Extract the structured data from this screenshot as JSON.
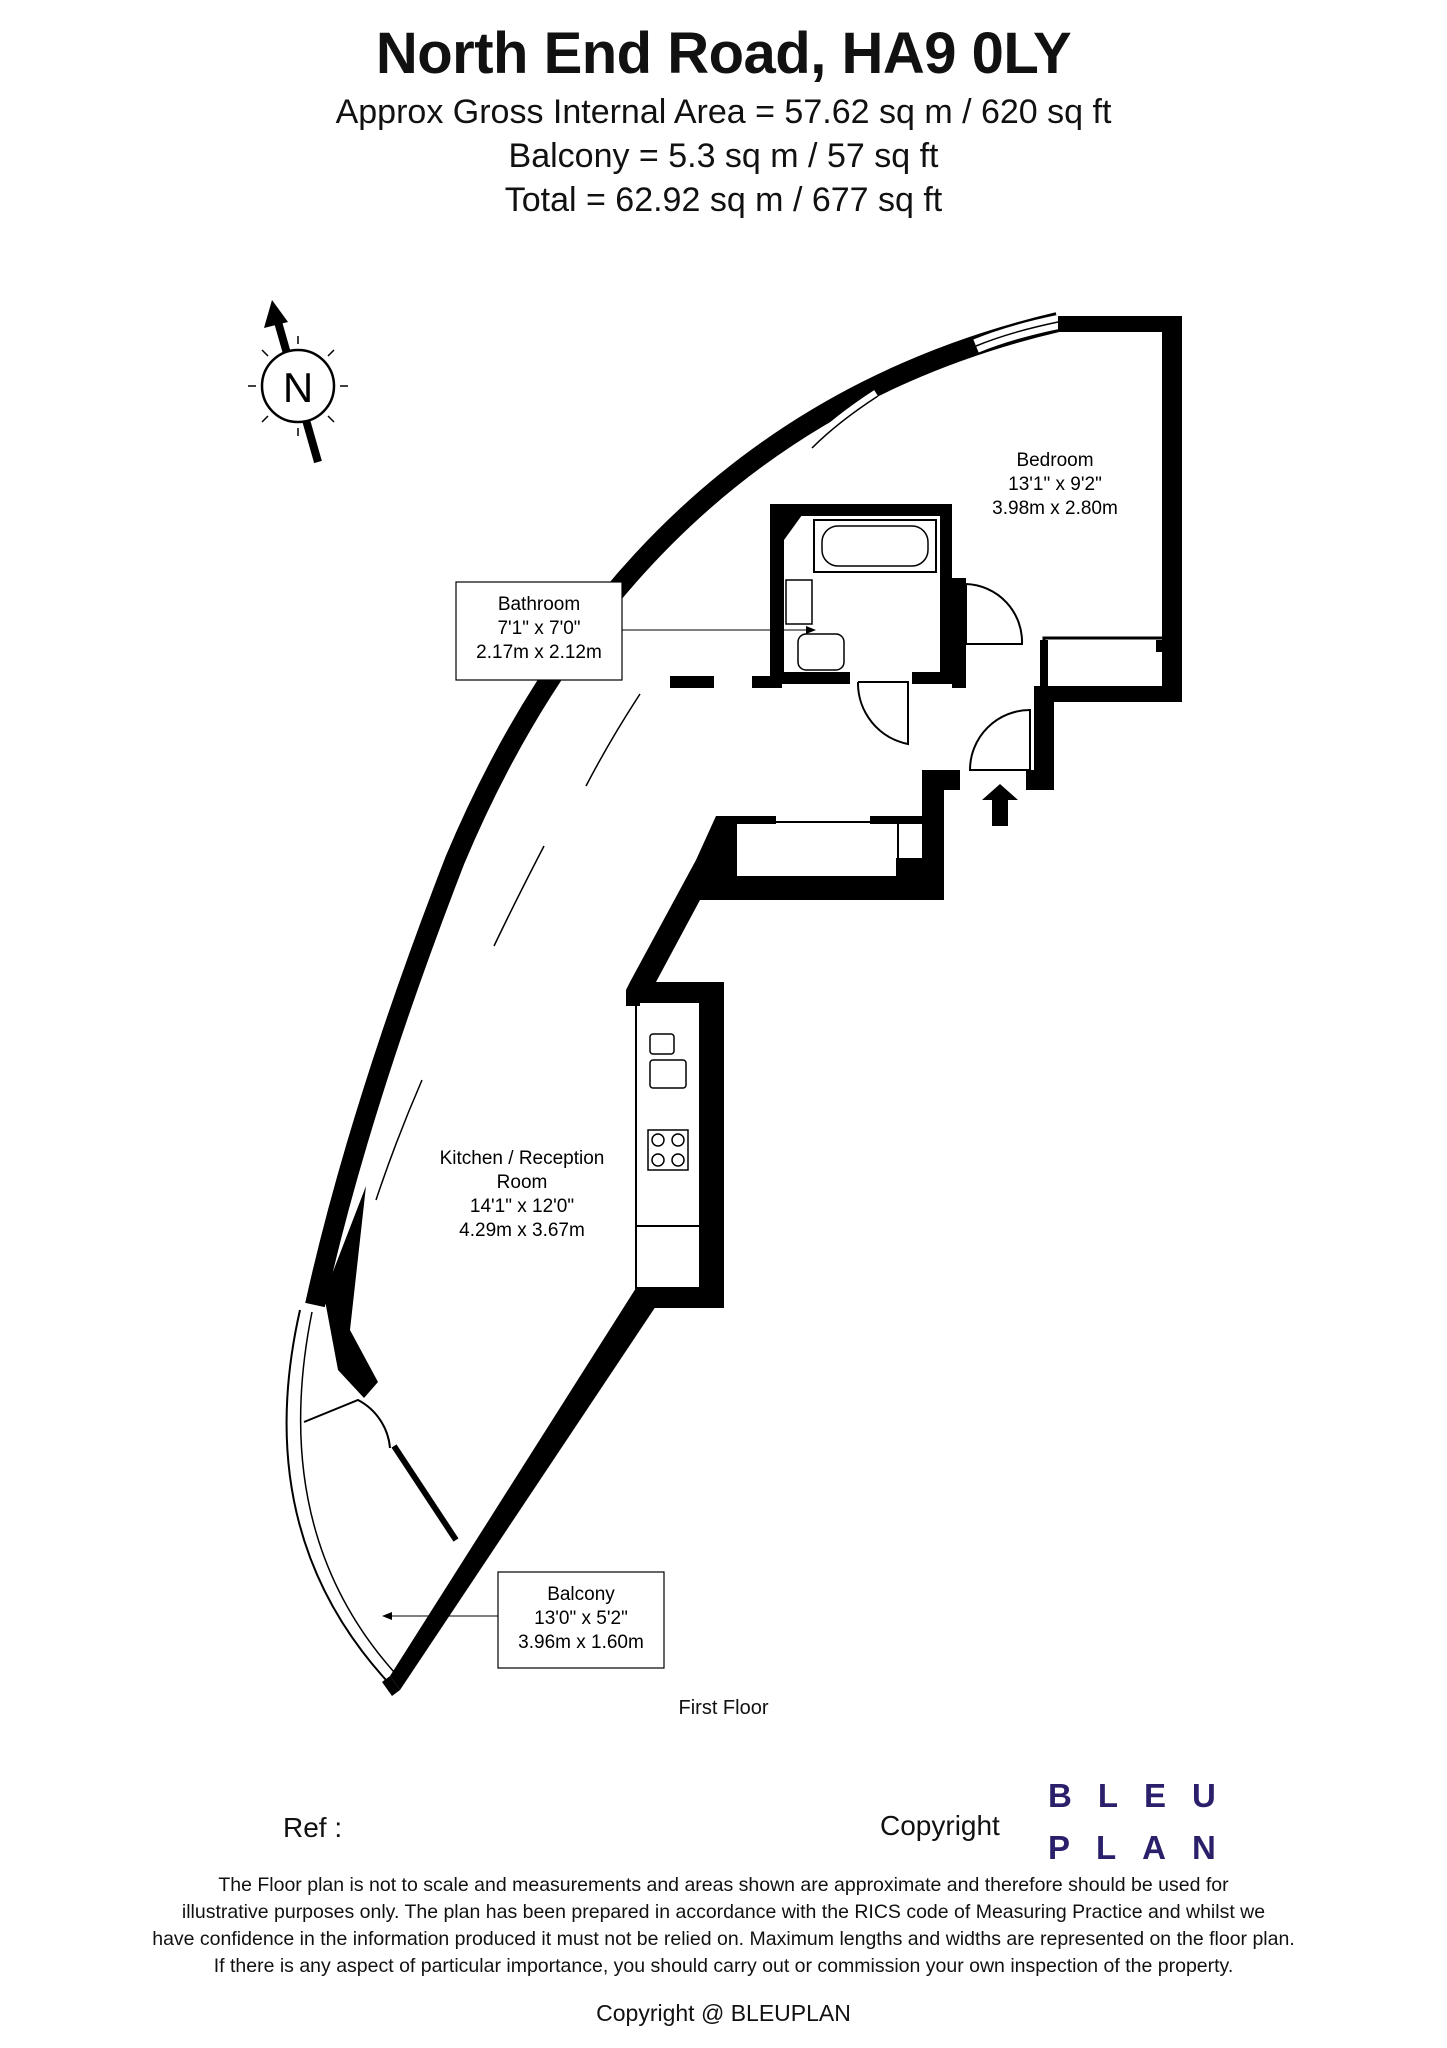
{
  "header": {
    "title": "North End Road, HA9 0LY",
    "gross_area": "Approx Gross Internal Area = 57.62 sq m / 620 sq ft",
    "balcony_area": "Balcony = 5.3 sq m / 57 sq ft",
    "total_area": "Total = 62.92 sq m / 677 sq ft"
  },
  "compass": {
    "letter": "N"
  },
  "rooms": {
    "bedroom": {
      "name": "Bedroom",
      "imperial": "13'1\" x 9'2\"",
      "metric": "3.98m x 2.80m"
    },
    "bathroom": {
      "name": "Bathroom",
      "imperial": "7'1\" x 7'0\"",
      "metric": "2.17m x 2.12m"
    },
    "kitchen": {
      "name_line1": "Kitchen / Reception",
      "name_line2": "Room",
      "imperial": "14'1\" x 12'0\"",
      "metric": "4.29m x 3.67m"
    },
    "balcony": {
      "name": "Balcony",
      "imperial": "13'0\" x 5'2\"",
      "metric": "3.96m x 1.60m"
    }
  },
  "floor_label": "First Floor",
  "footer": {
    "ref_label": "Ref  :",
    "copyright_label": "Copyright",
    "logo_line1": "BLEU",
    "logo_line2": "PLAN",
    "disclaimer": [
      "The Floor plan is not to scale and measurements and areas shown are approximate and therefore should be used for",
      "illustrative purposes only. The plan has been prepared in accordance with the RICS code of Measuring Practice and whilst we",
      "have confidence in the information produced it must not be relied on. Maximum lengths and widths are represented on the floor plan.",
      "If there is any aspect of particular importance, you should carry out or commission your own inspection of the property."
    ],
    "copyright_line": "Copyright @ BLEUPLAN"
  },
  "colors": {
    "wall": "#000000",
    "logo": "#2a1f6b"
  }
}
